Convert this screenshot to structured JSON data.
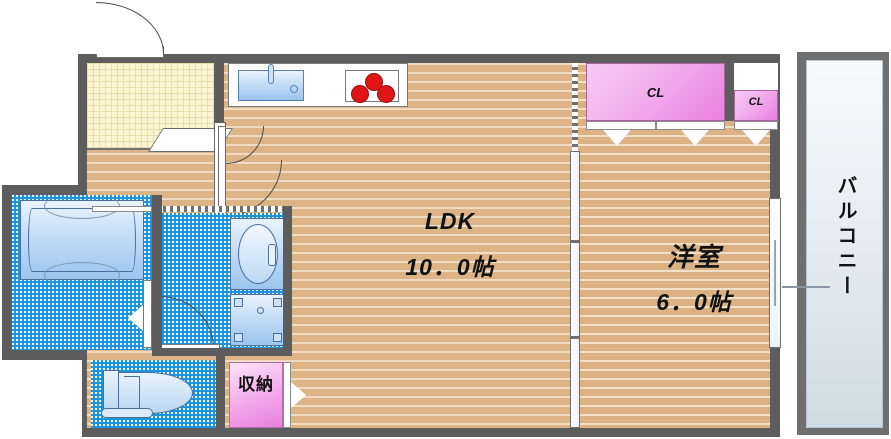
{
  "plan": {
    "type": "japanese-apartment-floor-plan",
    "layout_name": "1LDK",
    "rooms": [
      {
        "id": "ldk",
        "name": "LDK",
        "area": "10．0帖",
        "floor": "wood"
      },
      {
        "id": "washitsu",
        "name": "洋室",
        "area": "6．0帖",
        "floor": "wood"
      },
      {
        "id": "balcony",
        "name": "バルコニー",
        "area": "",
        "floor": "concrete"
      },
      {
        "id": "storage",
        "name": "収納",
        "area": "",
        "floor": "closet"
      }
    ],
    "closets": [
      {
        "id": "cl-large",
        "label": "CL"
      },
      {
        "id": "cl-small",
        "label": "CL"
      }
    ],
    "fixtures": [
      {
        "id": "kitchen-sink",
        "name": "kitchen-sink"
      },
      {
        "id": "stove",
        "name": "three-burner-stove",
        "burners": 3
      },
      {
        "id": "bathtub",
        "name": "bathtub"
      },
      {
        "id": "vanity-basin",
        "name": "vanity-wash-basin"
      },
      {
        "id": "washer-pan",
        "name": "washing-machine-pan"
      },
      {
        "id": "toilet",
        "name": "toilet"
      },
      {
        "id": "entrance-tile",
        "name": "genkan-entrance-tile"
      }
    ],
    "doors": [
      {
        "id": "entrance-door",
        "type": "hinged"
      },
      {
        "id": "hall-door",
        "type": "hinged"
      },
      {
        "id": "bath-door",
        "type": "hinged"
      },
      {
        "id": "ldk-partition",
        "type": "sliding"
      },
      {
        "id": "balcony-door",
        "type": "sliding-glass"
      },
      {
        "id": "closet-door-1",
        "type": "folding"
      },
      {
        "id": "closet-door-2",
        "type": "folding"
      },
      {
        "id": "closet-door-3",
        "type": "folding"
      },
      {
        "id": "storage-door",
        "type": "folding"
      }
    ],
    "colors": {
      "wall": "#5d5d5d",
      "wood_floor": "#ddb486",
      "tile_blue": "#1b94de",
      "closet_pink": "#ea7fe0",
      "balcony": "#dfe8ee",
      "genkan": "#fdf4d2",
      "stove_red": "#e01616"
    }
  }
}
